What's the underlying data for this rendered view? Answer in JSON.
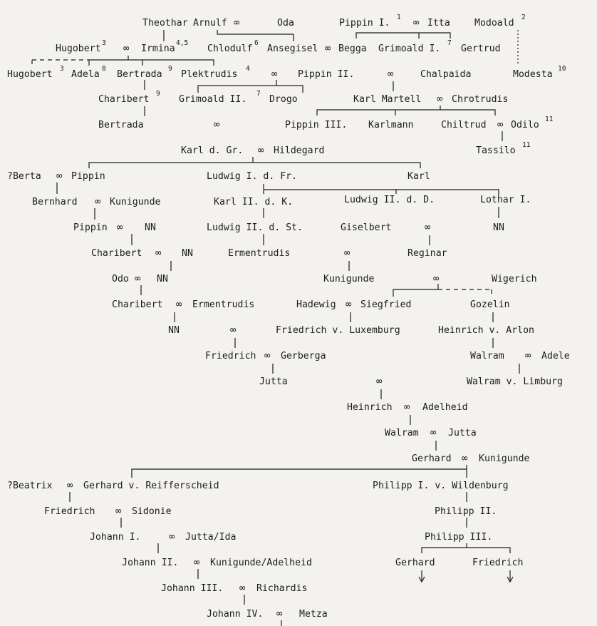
{
  "marriage_symbol": "∞",
  "persons": {
    "theothar": "Theothar",
    "arnulf": "Arnulf",
    "oda": "Oda",
    "pippin1": "Pippin I.",
    "itta": "Itta",
    "modoald": "Modoald",
    "hugobert_a": "Hugobert",
    "irmina": "Irmina",
    "chlodulf": "Chlodulf",
    "ansegisel": "Ansegisel",
    "begga": "Begga",
    "grimoald1": "Grimoald I.",
    "gertrud": "Gertrud",
    "hugobert_b": "Hugobert",
    "adela": "Adela",
    "bertrada_a": "Bertrada",
    "plektrudis": "Plektrudis",
    "pippin2": "Pippin II.",
    "chalpaida": "Chalpaida",
    "modesta": "Modesta",
    "charibert_a": "Charibert",
    "grimoald2": "Grimoald II.",
    "drogo": "Drogo",
    "karl_martell": "Karl Martell",
    "chrotrudis": "Chrotrudis",
    "bertrada_b": "Bertrada",
    "pippin3": "Pippin III.",
    "karlmann": "Karlmann",
    "chiltrud": "Chiltrud",
    "odilo": "Odilo",
    "tassilo": "Tassilo",
    "karl_gr": "Karl d. Gr.",
    "hildegard": "Hildegard",
    "berta": "?Berta",
    "pippin_it": "Pippin",
    "ludwig1": "Ludwig I. d. Fr.",
    "karl": "Karl",
    "bernhard": "Bernhard",
    "kunigunde_a": "Kunigunde",
    "karl2": "Karl II. d. K.",
    "ludwig2_dd": "Ludwig II. d. D.",
    "lothar1": "Lothar I.",
    "pippin_b": "Pippin",
    "nn_a": "NN",
    "ludwig2_st": "Ludwig II. d. St.",
    "giselbert": "Giselbert",
    "nn_lothar": "NN",
    "charibert_b": "Charibert",
    "nn_b": "NN",
    "ermentrudis_a": "Ermentrudis",
    "reginar": "Reginar",
    "odo": "Odo",
    "nn_c": "NN",
    "kunigunde_b": "Kunigunde",
    "wigerich": "Wigerich",
    "charibert_c": "Charibert",
    "ermentrudis_b": "Ermentrudis",
    "hadewig": "Hadewig",
    "siegfried": "Siegfried",
    "gozelin": "Gozelin",
    "nn_d": "NN",
    "friedrich_lux": "Friedrich v. Luxemburg",
    "heinrich_arlon": "Heinrich v. Arlon",
    "friedrich_a": "Friedrich",
    "gerberga": "Gerberga",
    "walram_a": "Walram",
    "adele": "Adele",
    "jutta_a": "Jutta",
    "walram_limburg": "Walram v. Limburg",
    "heinrich": "Heinrich",
    "adelheid": "Adelheid",
    "walram_b": "Walram",
    "jutta_b": "Jutta",
    "gerhard_a": "Gerhard",
    "kunigunde_c": "Kunigunde",
    "beatrix": "?Beatrix",
    "gerhard_reif": "Gerhard v. Reifferscheid",
    "philipp1": "Philipp I. v. Wildenburg",
    "friedrich_b": "Friedrich",
    "sidonie": "Sidonie",
    "philipp2": "Philipp II.",
    "johann1": "Johann I.",
    "jutta_ida": "Jutta/Ida",
    "philipp3": "Philipp III.",
    "johann2": "Johann II.",
    "kunigunde_adelheid": "Kunigunde/Adelheid",
    "gerhard_b": "Gerhard",
    "friedrich_c": "Friedrich",
    "johann3": "Johann III.",
    "richardis": "Richardis",
    "johann4": "Johann IV.",
    "metza": "Metza"
  },
  "footnotes": {
    "n1": "1",
    "n2": "2",
    "n3a": "3",
    "n45": "4,5",
    "n6": "6",
    "n7a": "7",
    "n3b": "3",
    "n8": "8",
    "n9a": "9",
    "n4": "4",
    "n10": "10",
    "n9b": "9",
    "n7b": "7",
    "n11a": "11",
    "n11b": "11"
  }
}
